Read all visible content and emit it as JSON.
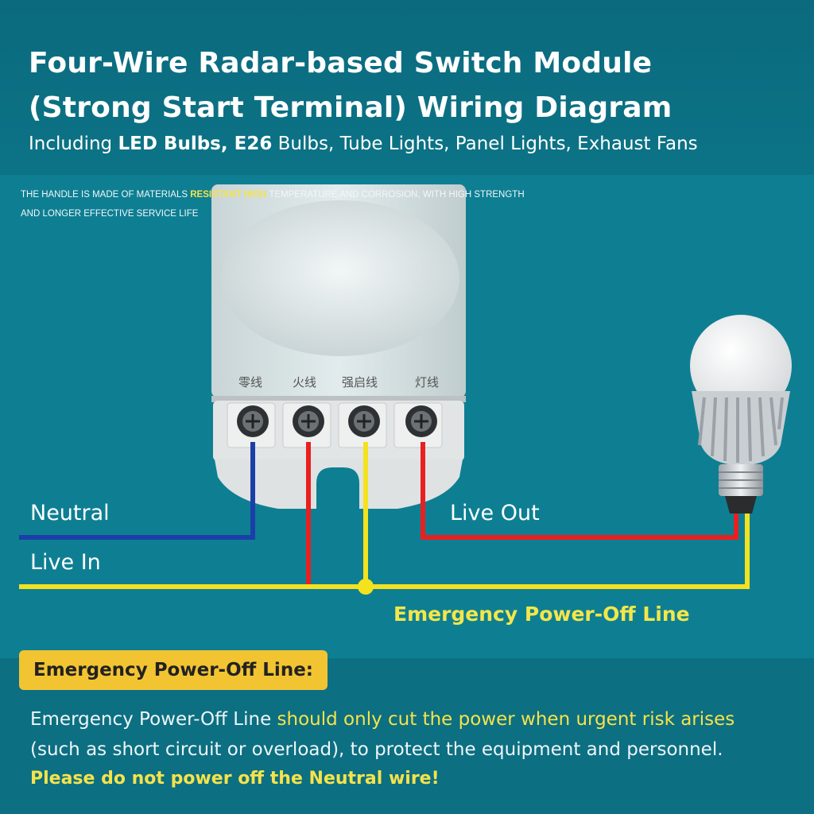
{
  "header": {
    "title_line1": "Four-Wire Radar-based Switch Module",
    "title_line2": "(Strong Start Terminal) Wiring Diagram",
    "subtitle_prefix": "Including ",
    "subtitle_bold1": "LED Bulbs,",
    "subtitle_bold2": " E26",
    "subtitle_rest": " Bulbs, Tube Lights, Panel Lights, Exhaust Fans"
  },
  "material_note": {
    "part1": "The handle is made of materials ",
    "highlight": "resistant high",
    "part2": " temperature and corrosion, with high strength",
    "line2": "and longer effective service life"
  },
  "terminals": {
    "neutral": "零线",
    "live": "火线",
    "strong_start": "强启线",
    "lamp": "灯线"
  },
  "wires": {
    "neutral": "Neutral",
    "live_in": "Live In",
    "live_out": "Live Out",
    "emergency": "Emergency Power-Off Line"
  },
  "colors": {
    "neutral_wire": "#1a3fa8",
    "live_wire": "#e8201f",
    "emergency_wire": "#f4e21e",
    "accent_yellow": "#f6e34a"
  },
  "note": {
    "badge": "Emergency Power-Off Line:",
    "body_white1": "Emergency Power-Off Line ",
    "body_yellow": "should only cut the power when urgent risk arises",
    "body_white2": "(such as short circuit or overload), to protect the equipment and personnel.",
    "warning": "Please do not power off the Neutral wire!"
  }
}
